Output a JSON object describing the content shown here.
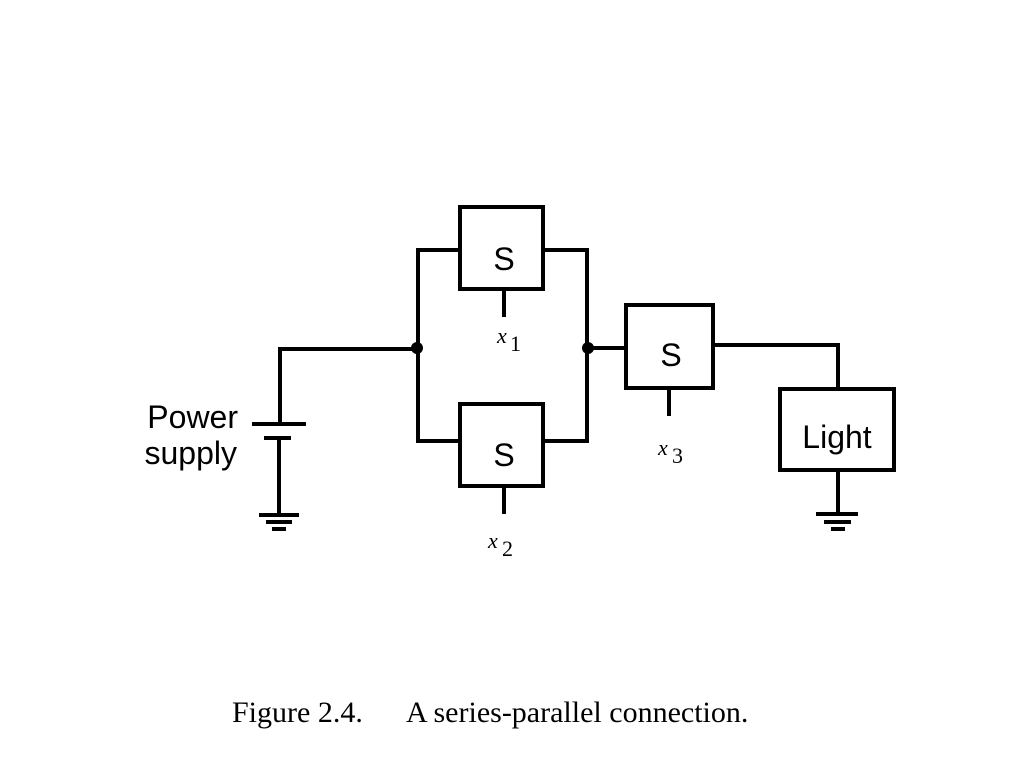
{
  "diagram": {
    "type": "circuit",
    "power_supply": {
      "label_line1": "Power",
      "label_line2": "supply"
    },
    "switches": [
      {
        "id": "s1",
        "label": "S",
        "input_var": "x",
        "input_sub": "1",
        "group": "parallel-top"
      },
      {
        "id": "s2",
        "label": "S",
        "input_var": "x",
        "input_sub": "2",
        "group": "parallel-bottom"
      },
      {
        "id": "s3",
        "label": "S",
        "input_var": "x",
        "input_sub": "3",
        "group": "series"
      }
    ],
    "load": {
      "label": "Light"
    },
    "connections": [
      "power_supply -> junction_left",
      "junction_left -> s1 -> junction_right",
      "junction_left -> s2 -> junction_right",
      "junction_right -> s3 -> light",
      "light -> ground",
      "power_supply -> ground"
    ]
  },
  "caption": {
    "figure": "Figure 2.4.",
    "text": "A series-parallel connection."
  }
}
